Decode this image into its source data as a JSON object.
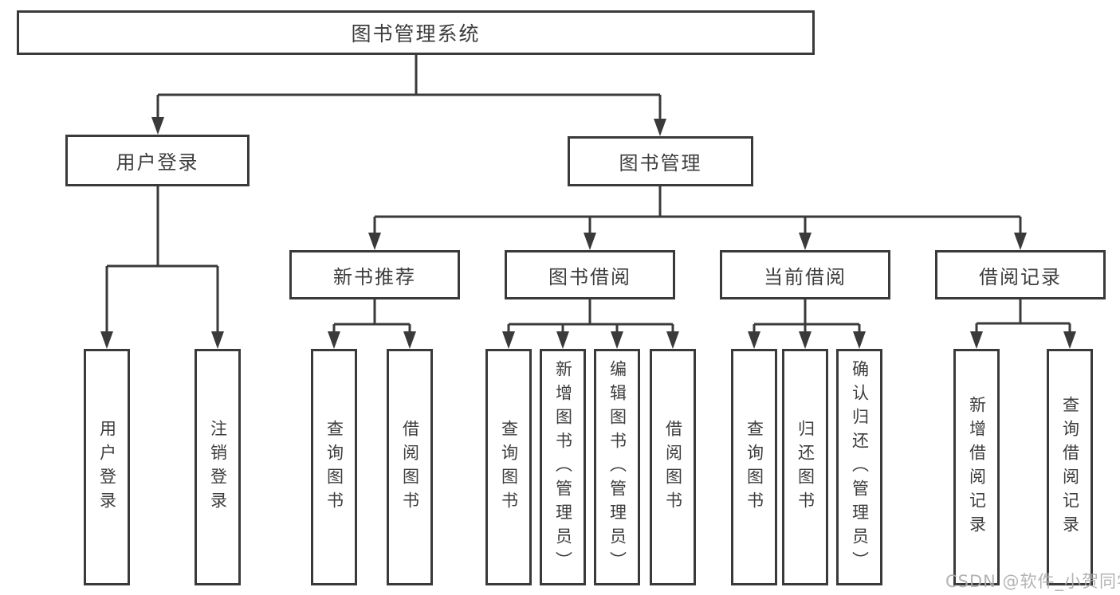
{
  "diagram": {
    "root": {
      "label": "图书管理系统"
    },
    "branches": [
      {
        "label": "用户登录",
        "children": [
          {
            "label": "用户登录"
          },
          {
            "label": "注销登录"
          }
        ]
      },
      {
        "label": "图书管理",
        "sections": [
          {
            "label": "新书推荐",
            "children": [
              {
                "label": "查询图书"
              },
              {
                "label": "借阅图书"
              }
            ]
          },
          {
            "label": "图书借阅",
            "children": [
              {
                "label": "查询图书"
              },
              {
                "label": "新增图书（管理员）"
              },
              {
                "label": "编辑图书（管理员）"
              },
              {
                "label": "借阅图书"
              }
            ]
          },
          {
            "label": "当前借阅",
            "children": [
              {
                "label": "查询图书"
              },
              {
                "label": "归还图书"
              },
              {
                "label": "确认归还（管理员）"
              }
            ]
          },
          {
            "label": "借阅记录",
            "children": [
              {
                "label": "新增借阅记录"
              },
              {
                "label": "查询借阅记录"
              }
            ]
          }
        ]
      }
    ]
  },
  "watermark": "CSDN @软件_小贺同学"
}
